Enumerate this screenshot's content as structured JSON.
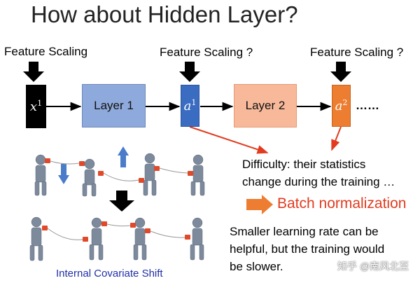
{
  "title": "How about Hidden Layer?",
  "feature_scaling": {
    "input": "Feature Scaling",
    "hidden1": "Feature Scaling ?",
    "hidden2": "Feature Scaling ?"
  },
  "nodes": {
    "x1": {
      "base": "x",
      "sup": "1",
      "color": "#000000"
    },
    "layer1": {
      "label": "Layer 1",
      "color": "#8ea9db"
    },
    "a1": {
      "base": "a",
      "sup": "1",
      "color": "#3a6cc2"
    },
    "layer2": {
      "label": "Layer 2",
      "color": "#f8b99a"
    },
    "a2": {
      "base": "a",
      "sup": "2",
      "color": "#ed7d31"
    },
    "ellipsis": "……"
  },
  "difficulty": {
    "line1": "Difficulty: their statistics",
    "line2": "change during the training …"
  },
  "batch_norm": "Batch normalization",
  "learning_rate_note": {
    "line1": "Smaller learning rate can be",
    "line2": "helpful, but the training would",
    "line3": "be slower."
  },
  "illustration_caption": "Internal Covariate Shift",
  "watermark": "知乎 @南风北至",
  "colors": {
    "arrow_black": "#000000",
    "arrow_red": "#e23b1f",
    "arrow_orange": "#ed7d31",
    "arrow_blue": "#4a7cc9",
    "figure_gray": "#7d8a9c",
    "cup_red": "#e04a2a"
  }
}
